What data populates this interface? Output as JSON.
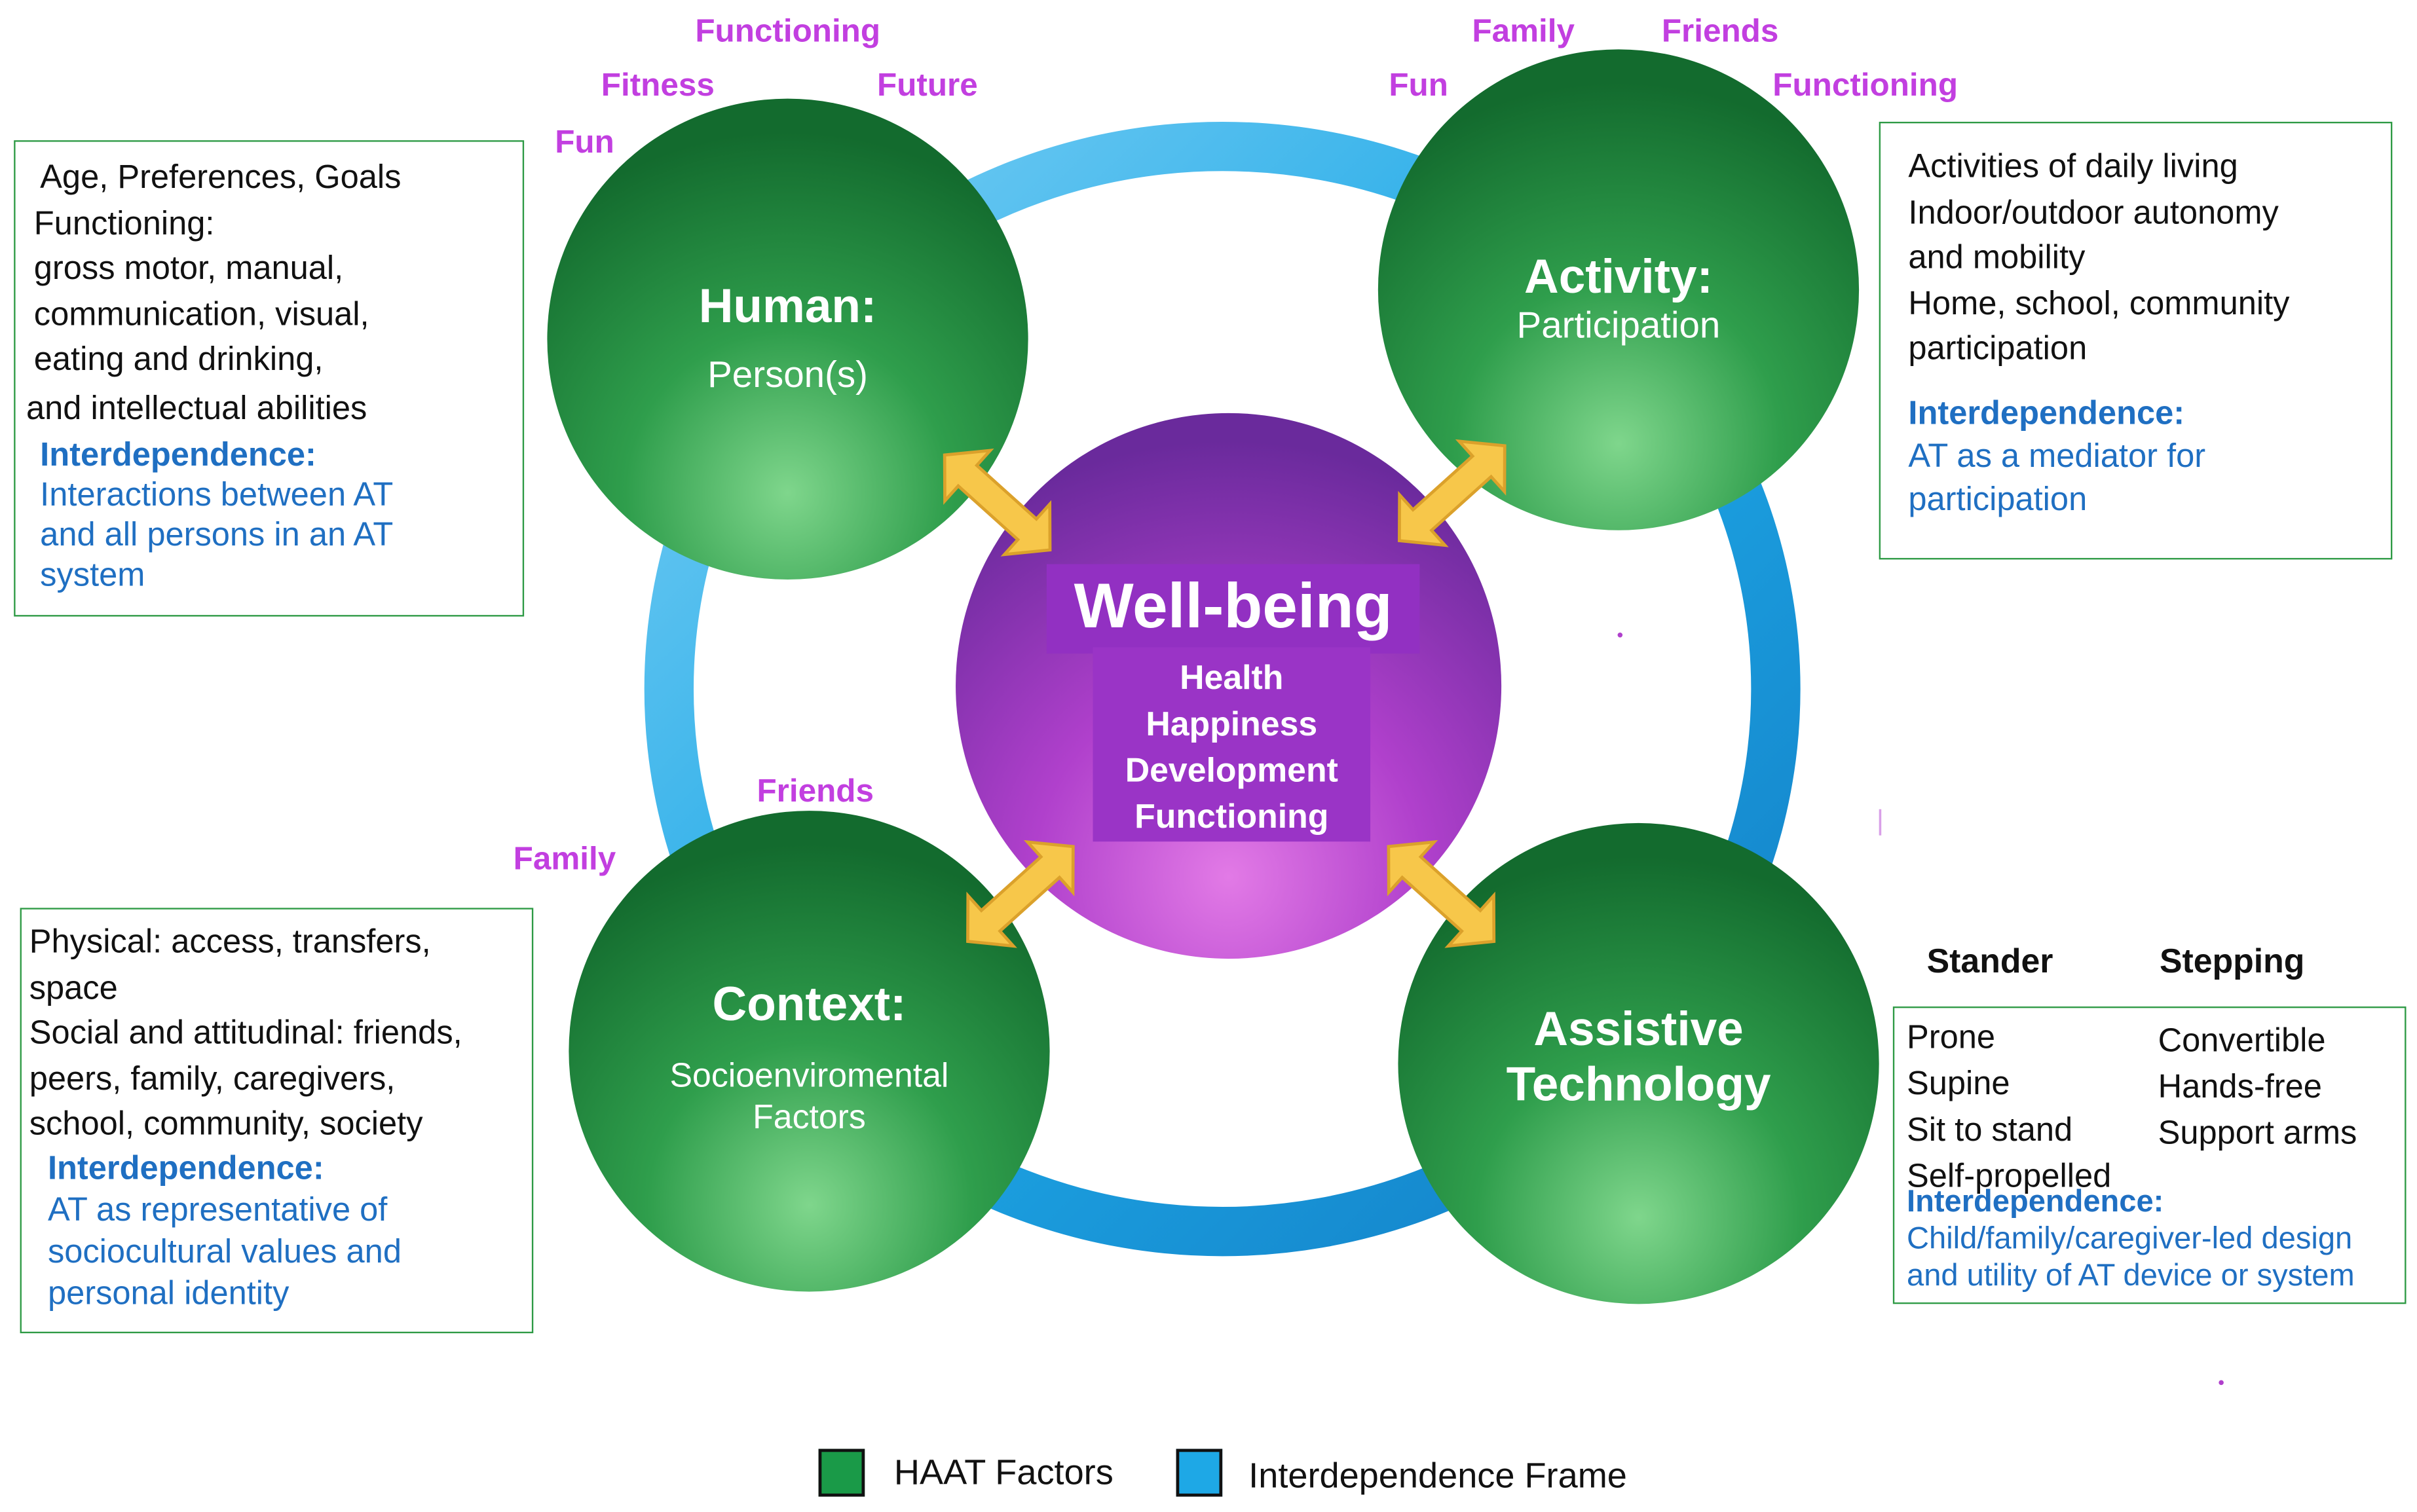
{
  "colors": {
    "factor_green": "#1a8a3c",
    "frame_blue": "#1ea8e6",
    "focus_tag": "#c23fe0",
    "wellbeing_purple": "#9c36c8",
    "interdependence_blue": "#1f6fc2",
    "arrow_yellow": "#f7c74a"
  },
  "human": {
    "title": "Human:",
    "subtitle": "Person(s)",
    "tags": [
      "Functioning",
      "Fitness",
      "Future",
      "Fun"
    ],
    "box": {
      "lines": [
        "Age, Preferences, Goals",
        "Functioning:",
        "gross motor, manual,",
        "communication, visual,",
        "eating and drinking,",
        "and intellectual abilities"
      ],
      "inter_heading": "Interdependence:",
      "inter_lines": [
        "Interactions between AT",
        "and all persons in an AT",
        "system"
      ]
    }
  },
  "activity": {
    "title": "Activity:",
    "subtitle": "Participation",
    "tags": [
      "Family",
      "Friends",
      "Fun",
      "Functioning"
    ],
    "box": {
      "lines": [
        "Activities of daily living",
        "Indoor/outdoor autonomy",
        "and mobility",
        "Home, school, community",
        "participation"
      ],
      "inter_heading": "Interdependence:",
      "inter_lines": [
        "AT as a mediator for",
        "participation"
      ]
    }
  },
  "context": {
    "title": "Context:",
    "subtitle_lines": [
      "Socioenviromental",
      "Factors"
    ],
    "tags": [
      "Friends",
      "Family"
    ],
    "box": {
      "lines": [
        "Physical: access, transfers,",
        "space",
        "Social and attitudinal: friends,",
        "peers, family, caregivers,",
        "school, community, society"
      ],
      "inter_heading": "Interdependence:",
      "inter_lines": [
        "AT as representative of",
        "sociocultural values and",
        "personal identity"
      ]
    }
  },
  "technology": {
    "title_lines": [
      "Assistive",
      "Technology"
    ],
    "stander_heading": "Stander",
    "stepping_heading": "Stepping",
    "stander_items": [
      "Prone",
      "Supine",
      "Sit to stand",
      "Self-propelled"
    ],
    "stepping_items": [
      "Convertible",
      "Hands-free",
      "Support arms"
    ],
    "inter_heading": "Interdependence:",
    "inter_lines": [
      "Child/family/caregiver-led design",
      "and utility of AT device or system"
    ]
  },
  "wellbeing": {
    "title": "Well-being",
    "items": [
      "Health",
      "Happiness",
      "Development",
      "Functioning"
    ]
  },
  "legend": {
    "factors_label": "HAAT Factors",
    "frame_label": "Interdependence Frame"
  }
}
